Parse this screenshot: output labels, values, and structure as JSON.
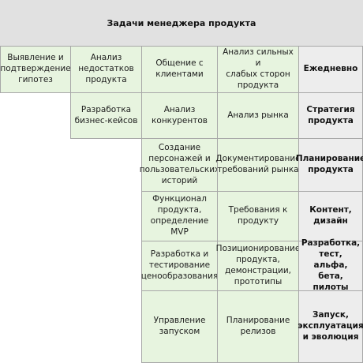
{
  "title": "Задачи менеджера продукта",
  "rows": [
    {
      "label": "Ежедневно",
      "cells": [
        "Выявление и\nподтверждение\nгипотез",
        "Анализ\nнедостатков\nпродукта",
        "Общение с\nклиентами",
        "Анализ сильных и\nслабых сторон\nпродукта"
      ]
    },
    {
      "label": "Стратегия\nпродукта",
      "cells": [
        "Разработка\nбизнес-кейсов",
        "Анализ\nконкурентов",
        "Анализ рынка"
      ]
    },
    {
      "label": "Планирование\nпродукта",
      "cells": [
        "Создание\nперсонажей и\nпользовательских\nисторий",
        "Документирование\nтребований рынка"
      ]
    },
    {
      "label": "Контент,\nдизайн",
      "cells": [
        "Функционал\nпродукта,\nопределение MVP",
        "Требования к\nпродукту"
      ]
    },
    {
      "label": "Разработка,\nтест, альфа,\nбета, пилоты",
      "cells": [
        "Разработка и\nтестирование\nценообразования",
        "Позиционирование\nпродукта,\nдемонстрации,\nпрототипы"
      ]
    },
    {
      "label": "Запуск,\nэксплуатация\nи эволюция",
      "cells": [
        "Управление\nзапуском",
        "Планирование\nрелизов"
      ]
    }
  ]
}
